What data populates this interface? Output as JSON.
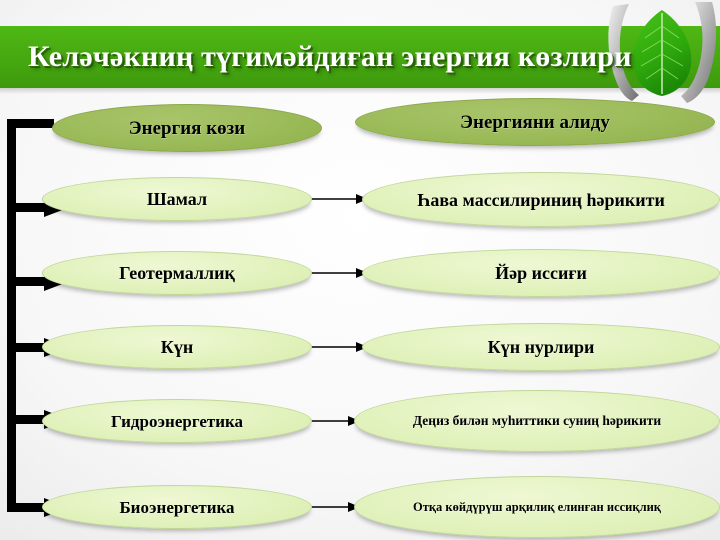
{
  "slide": {
    "title": "Келәчәкниң түгимәйдиған энергия көзлири",
    "colors": {
      "band_green": "#46a810",
      "header_ellipse": "#9bbb59",
      "item_ellipse": "#e2f2bd",
      "text": "#000000",
      "title_text": "#ffffff",
      "arrow": "#000000"
    },
    "decor_icon": "hands-holding-leaf-image"
  },
  "headers": {
    "left": "Энергия көзи",
    "right": "Энергияни алиду"
  },
  "rows": [
    {
      "source": "Шамал",
      "result": "Һава массилириниң һәрикити"
    },
    {
      "source": "Геотермаллиқ",
      "result": "Йәр иссиғи"
    },
    {
      "source": "Күн",
      "result": "Күн нурлири"
    },
    {
      "source": "Гидроэнергетика",
      "result": "Деңиз билән муһиттики суниң һәрикити"
    },
    {
      "source": "Биоэнергетика",
      "result": "Отқа көйдүрүш арқилиқ елинған иссиқлиқ"
    }
  ]
}
